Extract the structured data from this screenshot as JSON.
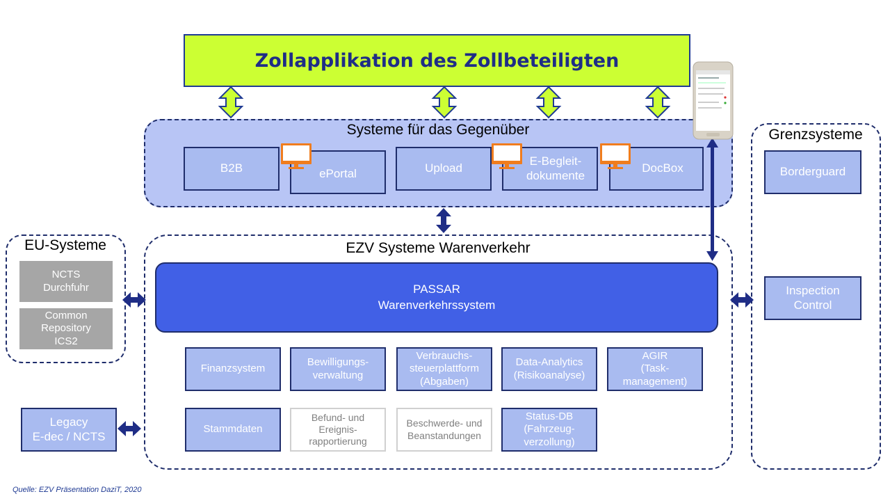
{
  "top_app": {
    "title": "Zollapplikation des Zollbeteiligten"
  },
  "gegenueber": {
    "title": "Systeme für das Gegenüber",
    "items": [
      "B2B",
      "ePortal",
      "Upload",
      "E-Begleit-\ndokumente",
      "DocBox"
    ]
  },
  "ezv": {
    "title": "EZV Systeme Warenverkehr",
    "passar_line1": "PASSAR",
    "passar_line2": "Warenverkehrssystem",
    "row1": [
      "Finanzsystem",
      "Bewilligungs-\nverwaltung",
      "Verbrauchs-\nsteuerplattform\n(Abgaben)",
      "Data-Analytics\n(Risikoanalyse)",
      "AGIR\n(Task-\nmanagement)"
    ],
    "row2": [
      "Stammdaten",
      "Befund- und\nEreignis-\nrapportierung",
      "Beschwerde- und\nBeanstandungen",
      "Status-DB\n(Fahrzeug-\nverzollung)"
    ]
  },
  "eu": {
    "title": "EU-Systeme",
    "items": [
      "NCTS\nDurchfuhr",
      "Common\nRepository\nICS2"
    ]
  },
  "legacy": {
    "label": "Legacy\nE-dec / NCTS"
  },
  "grenz": {
    "title": "Grenzsysteme",
    "items": [
      "Borderguard",
      "Inspection\nControl"
    ]
  },
  "source": "Quelle: EZV Präsentation DaziT, 2020",
  "colors": {
    "lime": "#ccff33",
    "navy": "#1f2d6b",
    "passar": "#4160e6",
    "box": "#a9bbf0",
    "monitor": "#f07d1e"
  },
  "icons": [
    "monitor-icon",
    "smartphone-icon",
    "double-arrow-icon"
  ]
}
